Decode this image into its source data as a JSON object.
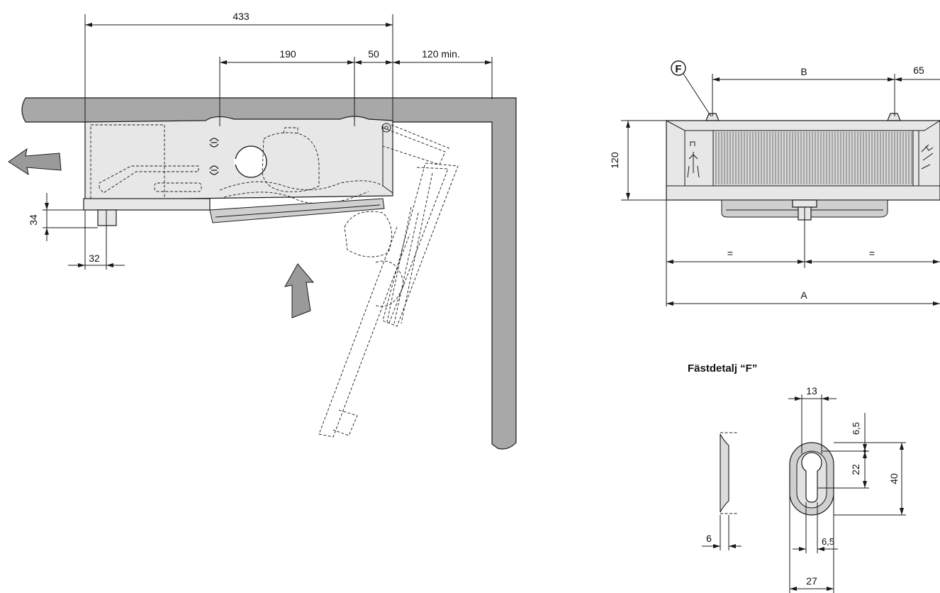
{
  "side_view": {
    "dim_total": "433",
    "dim_mount": "190",
    "dim_offset": "50",
    "dim_clearance": "120 min.",
    "dim_height": "34",
    "dim_width": "32"
  },
  "front_view": {
    "marker": "F",
    "dim_b": "B",
    "dim_end": "65",
    "dim_height": "120",
    "dim_equal_left": "=",
    "dim_equal_right": "=",
    "dim_a": "A"
  },
  "detail_f": {
    "title": "Fästdetalj “F”",
    "dim_slot_width": "13",
    "dim_top": "6,5",
    "dim_slot_height": "22",
    "dim_total_height": "40",
    "dim_thickness": "6",
    "dim_bottom": "6,5",
    "dim_total_width": "27"
  },
  "colors": {
    "housing": "#e7e7e7",
    "wall": "#a8a8a8",
    "arrow": "#9a9a9a",
    "line": "#1a1a1a"
  }
}
